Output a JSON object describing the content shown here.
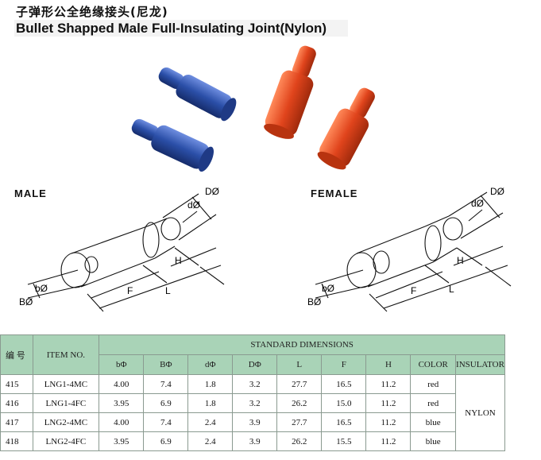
{
  "header": {
    "title_cn": "子弹形公全绝缘接头(尼龙)",
    "title_en": "Bullet Shapped Male Full-Insulating Joint(Nylon)"
  },
  "drawing": {
    "male_label": "MALE",
    "female_label": "FEMALE",
    "dims": {
      "D": "DØ",
      "d": "dØ",
      "H": "H",
      "F": "F",
      "L": "L",
      "b": "bØ",
      "B": "BØ"
    }
  },
  "colors": {
    "blue": "#2b4fa8",
    "red": "#e0441c",
    "header_green": "#a9d3b7"
  },
  "table": {
    "col_no": "编 号",
    "col_item": "ITEM NO.",
    "col_group": "STANDARD DIMENSIONS",
    "sub_headers": [
      "bΦ",
      "BΦ",
      "dΦ",
      "DΦ",
      "L",
      "F",
      "H",
      "COLOR",
      "INSULATOR"
    ],
    "insulator": "NYLON",
    "rows": [
      {
        "no": "415",
        "item": "LNG1-4MC",
        "b": "4.00",
        "B": "7.4",
        "d": "1.8",
        "D": "3.2",
        "L": "27.7",
        "F": "16.5",
        "H": "11.2",
        "color": "red"
      },
      {
        "no": "416",
        "item": "LNG1-4FC",
        "b": "3.95",
        "B": "6.9",
        "d": "1.8",
        "D": "3.2",
        "L": "26.2",
        "F": "15.0",
        "H": "11.2",
        "color": "red"
      },
      {
        "no": "417",
        "item": "LNG2-4MC",
        "b": "4.00",
        "B": "7.4",
        "d": "2.4",
        "D": "3.9",
        "L": "27.7",
        "F": "16.5",
        "H": "11.2",
        "color": "blue"
      },
      {
        "no": "418",
        "item": "LNG2-4FC",
        "b": "3.95",
        "B": "6.9",
        "d": "2.4",
        "D": "3.9",
        "L": "26.2",
        "F": "15.5",
        "H": "11.2",
        "color": "blue"
      }
    ]
  }
}
